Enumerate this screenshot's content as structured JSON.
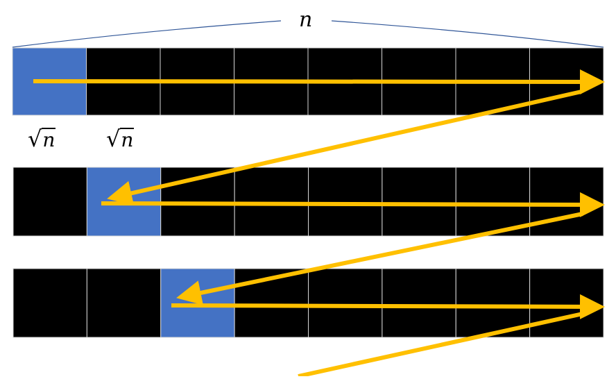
{
  "labels": {
    "total": "n",
    "block": "n"
  },
  "radical_symbol": "√",
  "rows": [
    {
      "highlighted_cell": 0
    },
    {
      "highlighted_cell": 1
    },
    {
      "highlighted_cell": 2
    }
  ],
  "cells_per_row": 8,
  "colors": {
    "cell": "#000000",
    "highlight": "#4472c4",
    "separator": "#d9d9d9",
    "arrow": "#ffc000",
    "brace": "#2f5597"
  }
}
